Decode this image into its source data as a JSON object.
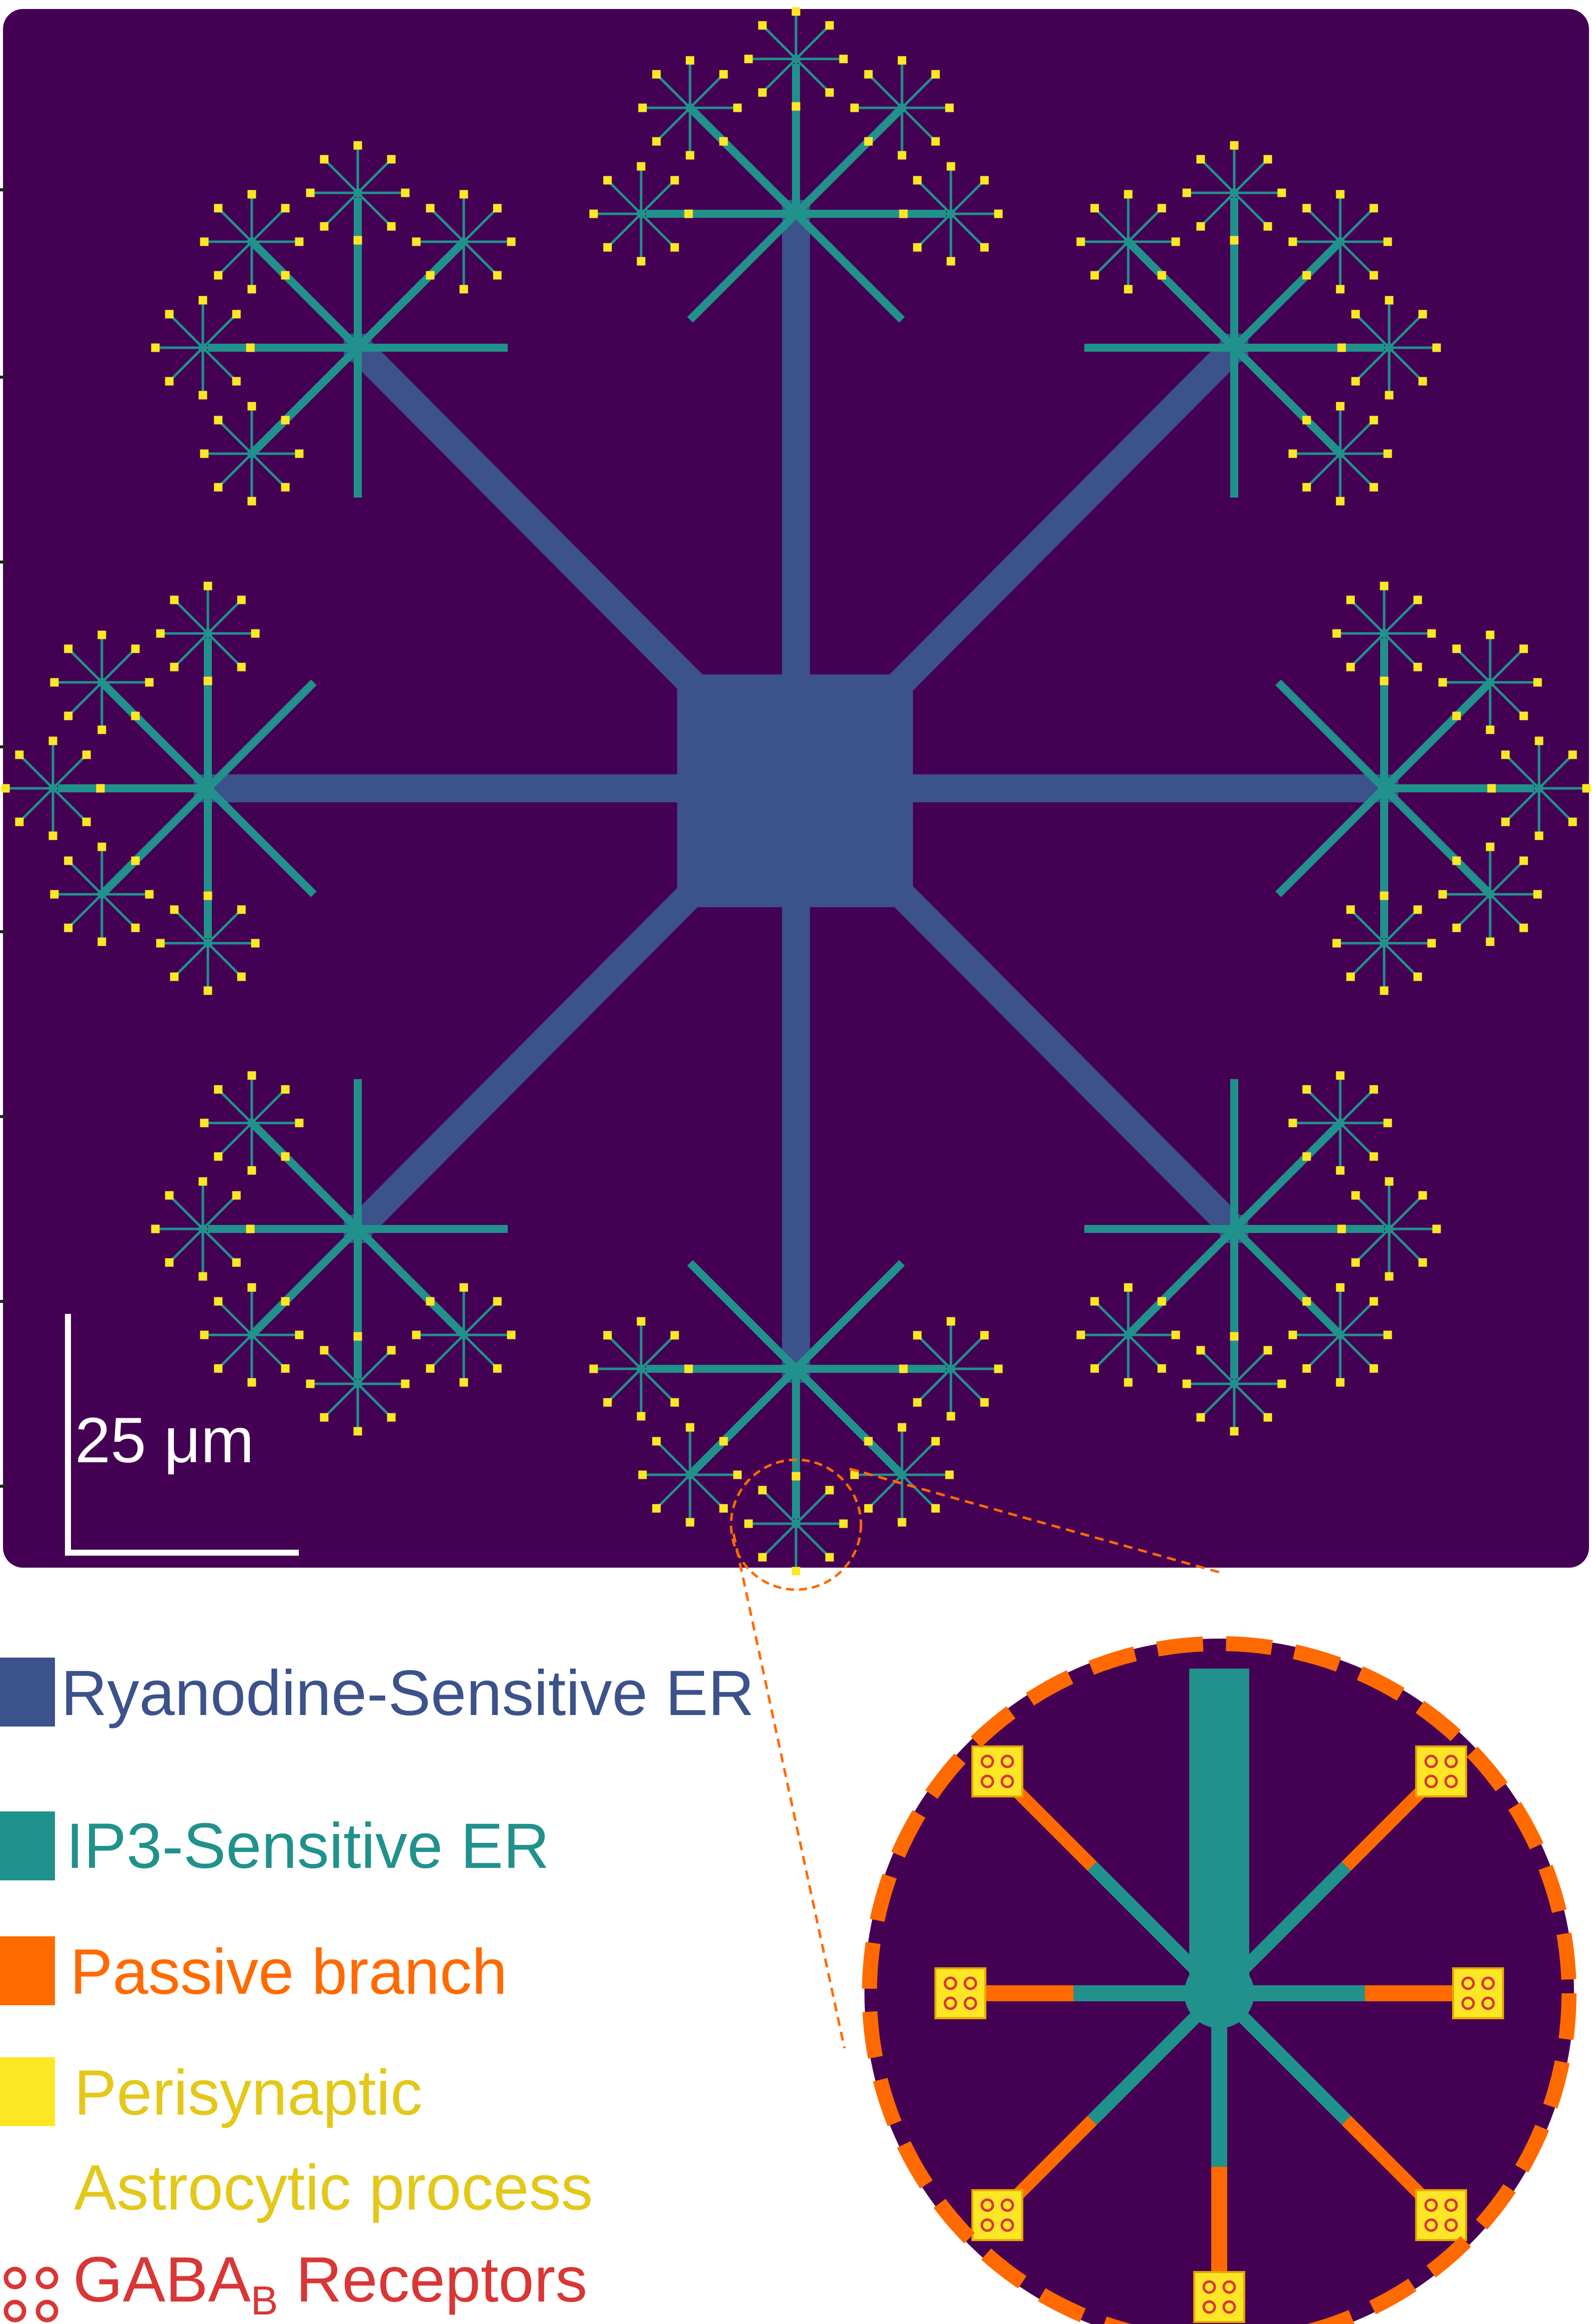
{
  "colors": {
    "background": "#440154",
    "ryanodine_er": "#3b528b",
    "ip3_er": "#21918c",
    "passive_branch": "#ff6a00",
    "perisynaptic": "#fde725",
    "gaba_receptor": "#d93636",
    "zoom_outline": "#ff6a00"
  },
  "scale_bar": {
    "label": "25 μm"
  },
  "legend": {
    "ryanodine": "Ryanodine-Sensitive ER",
    "ip3": "IP3-Sensitive ER",
    "passive": "Passive branch",
    "perisynaptic_line1": "Perisynaptic",
    "perisynaptic_line2": "Astrocytic process",
    "gaba_main": "GABA",
    "gaba_sub": "B",
    "gaba_rest": " Receptors"
  }
}
